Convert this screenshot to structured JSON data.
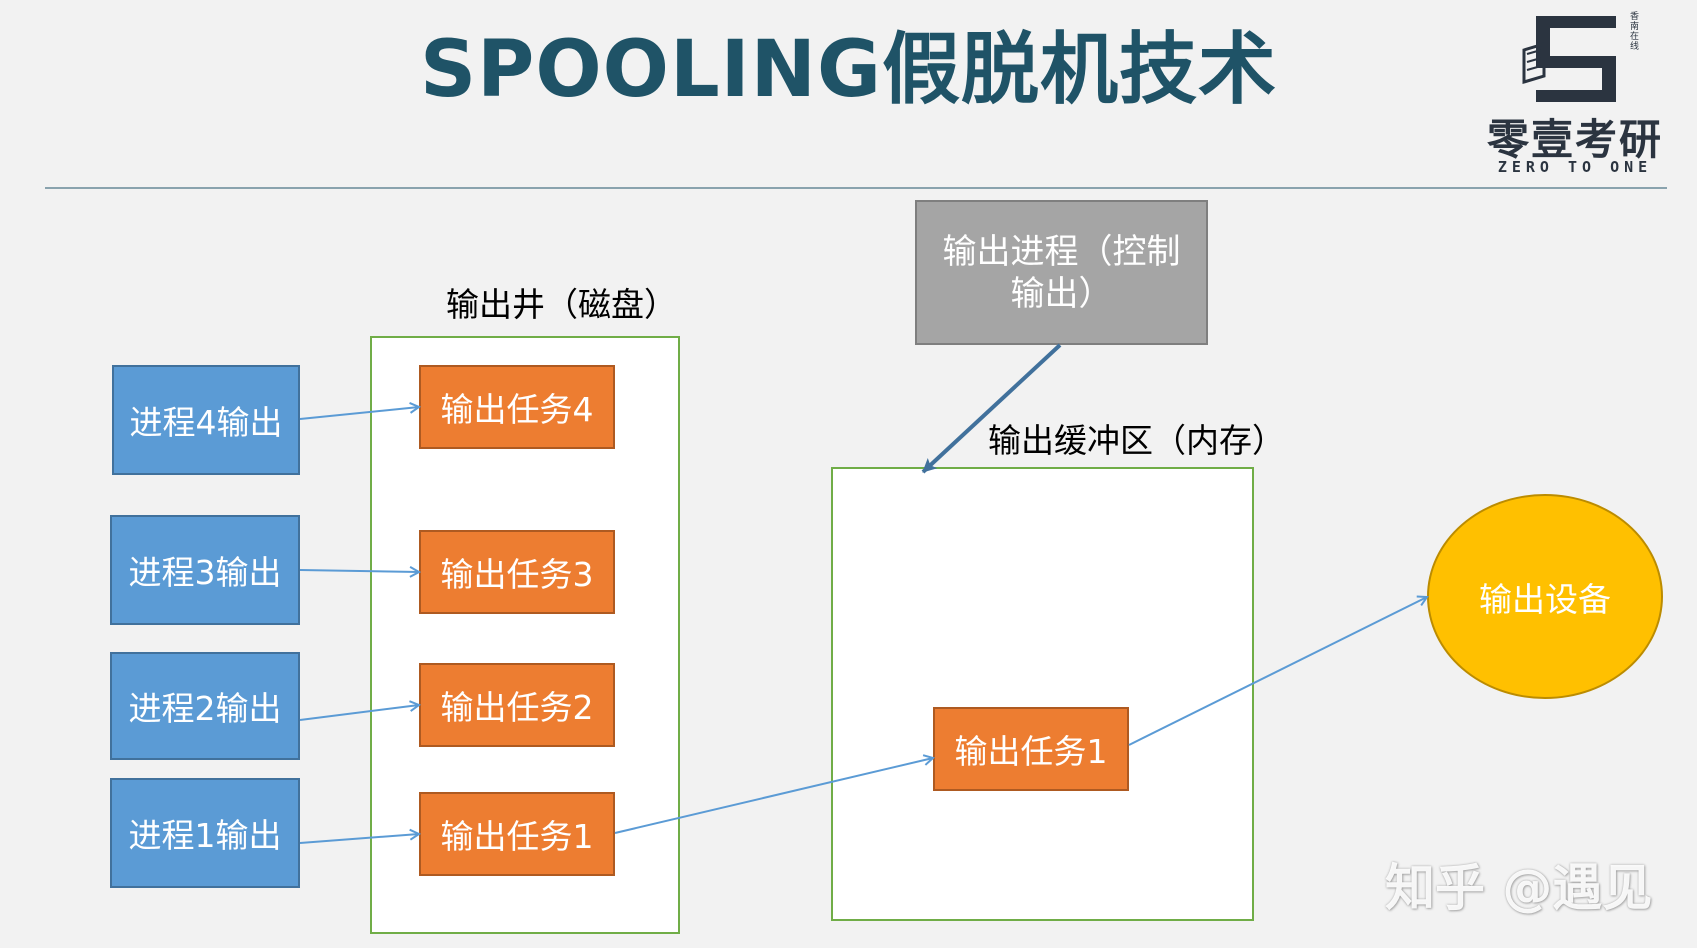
{
  "title": "SPOOLING假脱机技术",
  "logo": {
    "cn": "零壹考研",
    "en": "ZERO TO ONE",
    "side_text": "香南在线"
  },
  "disk": {
    "label": "输出井（磁盘）"
  },
  "buffer": {
    "label": "输出缓冲区（内存）"
  },
  "processes": [
    {
      "label": "进程4输出"
    },
    {
      "label": "进程3输出"
    },
    {
      "label": "进程2输出"
    },
    {
      "label": "进程1输出"
    }
  ],
  "tasks": [
    {
      "label": "输出任务4"
    },
    {
      "label": "输出任务3"
    },
    {
      "label": "输出任务2"
    },
    {
      "label": "输出任务1"
    }
  ],
  "buffer_task": {
    "label": "输出任务1"
  },
  "control_process": {
    "label": "输出进程（控制输出）"
  },
  "device": {
    "label": "输出设备"
  },
  "watermark": "知乎 @遇见",
  "colors": {
    "process": "#5b9bd5",
    "task": "#ed7d31",
    "control": "#a5a5a5",
    "device": "#ffc000",
    "container_border": "#70ad47",
    "arrow": "#5b9bd5",
    "control_arrow": "#41719c",
    "title": "#1f5367"
  }
}
